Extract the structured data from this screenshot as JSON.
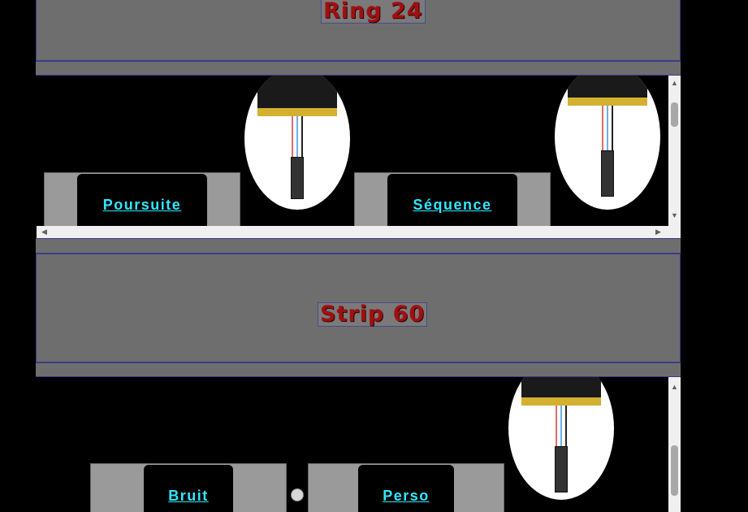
{
  "sections": [
    {
      "title": "Ring 24",
      "cards": [
        "Poursuite",
        "Séquence"
      ]
    },
    {
      "title": "Strip 60",
      "cards": [
        "Bruit",
        "Perso"
      ]
    }
  ],
  "colors": {
    "title": "#a01010",
    "link": "#2ee8ff",
    "panel": "#6e6e6e"
  },
  "icons": {
    "broken_image": "broken-image-icon",
    "scroll_up": "scroll-up-arrow",
    "scroll_down": "scroll-down-arrow",
    "scroll_left": "scroll-left-arrow",
    "scroll_right": "scroll-right-arrow"
  }
}
